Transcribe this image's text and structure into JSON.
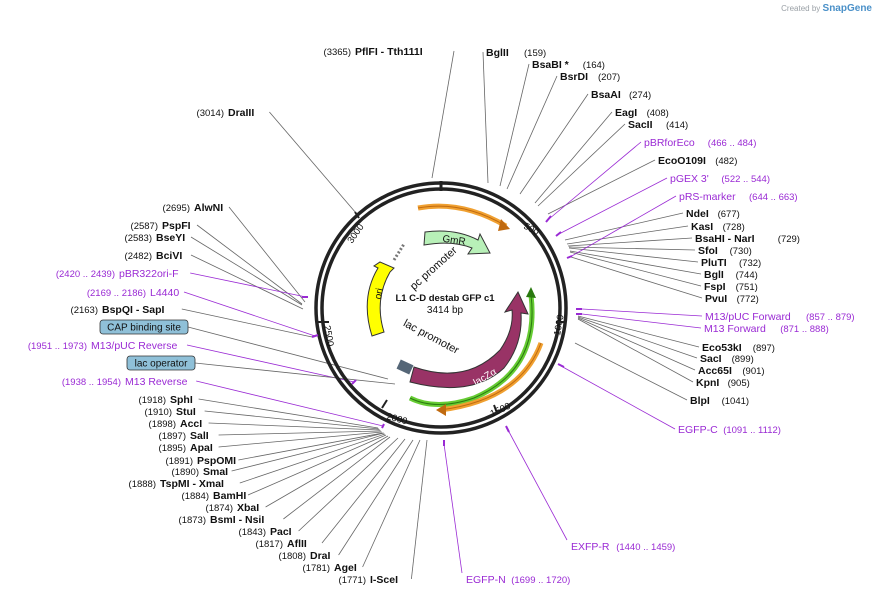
{
  "watermark": {
    "prefix": "Created by",
    "brand": "SnapGene"
  },
  "plasmid": {
    "name": "L1 C-D destab GFP c1",
    "size": "3414 bp",
    "length": 3414
  },
  "ticks": [
    "500",
    "1000",
    "1500",
    "2000",
    "2500",
    "3000"
  ],
  "enzymes": [
    {
      "name": "BglII",
      "pos": "(159)"
    },
    {
      "name": "BsaBI *",
      "pos": "(164)"
    },
    {
      "name": "BsrDI",
      "pos": "(207)"
    },
    {
      "name": "BsaAI",
      "pos": "(274)"
    },
    {
      "name": "EagI",
      "pos": "(408)"
    },
    {
      "name": "SacII",
      "pos": "(414)"
    },
    {
      "name": "EcoO109I",
      "pos": "(482)"
    },
    {
      "name": "NdeI",
      "pos": "(677)"
    },
    {
      "name": "KasI",
      "pos": "(728)"
    },
    {
      "name": "BsaHI - NarI",
      "pos": "(729)"
    },
    {
      "name": "SfoI",
      "pos": "(730)"
    },
    {
      "name": "PluTI",
      "pos": "(732)"
    },
    {
      "name": "BglI",
      "pos": "(744)"
    },
    {
      "name": "FspI",
      "pos": "(751)"
    },
    {
      "name": "PvuI",
      "pos": "(772)"
    },
    {
      "name": "Eco53kI",
      "pos": "(897)"
    },
    {
      "name": "SacI",
      "pos": "(899)"
    },
    {
      "name": "Acc65I",
      "pos": "(901)"
    },
    {
      "name": "KpnI",
      "pos": "(905)"
    },
    {
      "name": "BlpI",
      "pos": "(1041)"
    },
    {
      "name": "PflFI - Tth111I",
      "pos": "(3365)"
    },
    {
      "name": "DraIII",
      "pos": "(3014)"
    },
    {
      "name": "AlwNI",
      "pos": "(2695)"
    },
    {
      "name": "PspFI",
      "pos": "(2587)"
    },
    {
      "name": "BseYI",
      "pos": "(2583)"
    },
    {
      "name": "BciVI",
      "pos": "(2482)"
    },
    {
      "name": "BspQI - SapI",
      "pos": "(2163)"
    },
    {
      "name": "SphI",
      "pos": "(1918)"
    },
    {
      "name": "StuI",
      "pos": "(1910)"
    },
    {
      "name": "AccI",
      "pos": "(1898)"
    },
    {
      "name": "SalI",
      "pos": "(1897)"
    },
    {
      "name": "ApaI",
      "pos": "(1895)"
    },
    {
      "name": "PspOMI",
      "pos": "(1891)"
    },
    {
      "name": "SmaI",
      "pos": "(1890)"
    },
    {
      "name": "TspMI - XmaI",
      "pos": "(1888)"
    },
    {
      "name": "BamHI",
      "pos": "(1884)"
    },
    {
      "name": "XbaI",
      "pos": "(1874)"
    },
    {
      "name": "BsmI - NsiI",
      "pos": "(1873)"
    },
    {
      "name": "PacI",
      "pos": "(1843)"
    },
    {
      "name": "AflII",
      "pos": "(1817)"
    },
    {
      "name": "DraI",
      "pos": "(1808)"
    },
    {
      "name": "AgeI",
      "pos": "(1781)"
    },
    {
      "name": "I-SceI",
      "pos": "(1771)"
    }
  ],
  "primers": [
    {
      "name": "pBRforEco",
      "range": "(466 .. 484)"
    },
    {
      "name": "pGEX 3'",
      "range": "(522 .. 544)"
    },
    {
      "name": "pRS-marker",
      "range": "(644 .. 663)"
    },
    {
      "name": "M13/pUC Forward",
      "range": "(857 .. 879)"
    },
    {
      "name": "M13 Forward",
      "range": "(871 .. 888)"
    },
    {
      "name": "EGFP-C",
      "range": "(1091 .. 1112)"
    },
    {
      "name": "EXFP-R",
      "range": "(1440 .. 1459)"
    },
    {
      "name": "EGFP-N",
      "range": "(1699 .. 1720)"
    },
    {
      "name": "pBR322ori-F",
      "range": "(2420 .. 2439)"
    },
    {
      "name": "L4440",
      "range": "(2169 .. 2186)"
    },
    {
      "name": "M13/pUC Reverse",
      "range": "(1951 .. 1973)"
    },
    {
      "name": "M13 Reverse",
      "range": "(1938 .. 1954)"
    }
  ],
  "boxed_features": [
    {
      "name": "CAP binding site"
    },
    {
      "name": "lac operator"
    }
  ],
  "features": [
    {
      "name": "GmR",
      "color": "#b8f0b8"
    },
    {
      "name": "ori",
      "color": "#ffff00"
    },
    {
      "name": "lacZα",
      "color": "#993366"
    },
    {
      "name": "pc promoter",
      "color": "#ffffff"
    },
    {
      "name": "lac promoter",
      "color": "#ffffff"
    }
  ],
  "colors": {
    "primer": "#9a2ad4",
    "annotation_orange": "#f0a030",
    "annotation_green": "#66cc33",
    "box_fill": "#8fc0d8"
  }
}
